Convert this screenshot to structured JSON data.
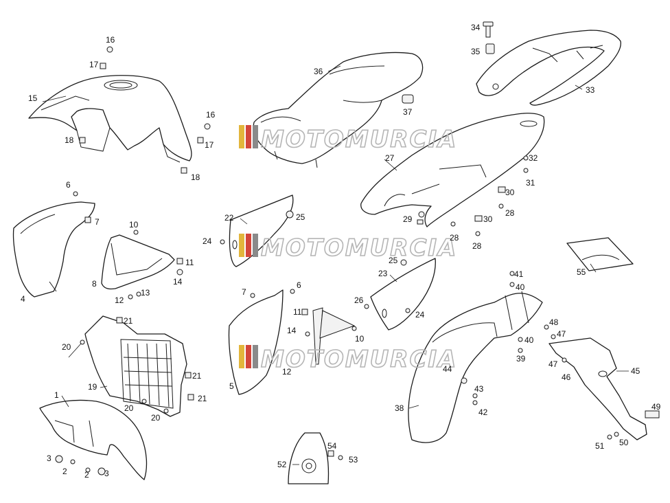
{
  "watermark": {
    "text": "MOTOMURCIA",
    "colors": [
      "#e2b63c",
      "#d4463a",
      "#8a8a8a"
    ]
  },
  "callouts": [
    {
      "id": "c1",
      "label": "1"
    },
    {
      "id": "c2a",
      "label": "2"
    },
    {
      "id": "c2b",
      "label": "2"
    },
    {
      "id": "c3a",
      "label": "3"
    },
    {
      "id": "c3b",
      "label": "3"
    },
    {
      "id": "c4",
      "label": "4"
    },
    {
      "id": "c5",
      "label": "5"
    },
    {
      "id": "c6a",
      "label": "6"
    },
    {
      "id": "c6b",
      "label": "6"
    },
    {
      "id": "c7a",
      "label": "7"
    },
    {
      "id": "c7b",
      "label": "7"
    },
    {
      "id": "c8",
      "label": "8"
    },
    {
      "id": "c10a",
      "label": "10"
    },
    {
      "id": "c10b",
      "label": "10"
    },
    {
      "id": "c11a",
      "label": "11"
    },
    {
      "id": "c11b",
      "label": "11"
    },
    {
      "id": "c12a",
      "label": "12"
    },
    {
      "id": "c12b",
      "label": "12"
    },
    {
      "id": "c13",
      "label": "13"
    },
    {
      "id": "c14a",
      "label": "14"
    },
    {
      "id": "c14b",
      "label": "14"
    },
    {
      "id": "c15",
      "label": "15"
    },
    {
      "id": "c16a",
      "label": "16"
    },
    {
      "id": "c16b",
      "label": "16"
    },
    {
      "id": "c17a",
      "label": "17"
    },
    {
      "id": "c17b",
      "label": "17"
    },
    {
      "id": "c18a",
      "label": "18"
    },
    {
      "id": "c18b",
      "label": "18"
    },
    {
      "id": "c19",
      "label": "19"
    },
    {
      "id": "c20a",
      "label": "20"
    },
    {
      "id": "c20b",
      "label": "20"
    },
    {
      "id": "c20c",
      "label": "20"
    },
    {
      "id": "c21a",
      "label": "21"
    },
    {
      "id": "c21b",
      "label": "21"
    },
    {
      "id": "c21c",
      "label": "21"
    },
    {
      "id": "c22",
      "label": "22"
    },
    {
      "id": "c23",
      "label": "23"
    },
    {
      "id": "c24a",
      "label": "24"
    },
    {
      "id": "c24b",
      "label": "24"
    },
    {
      "id": "c25a",
      "label": "25"
    },
    {
      "id": "c25b",
      "label": "25"
    },
    {
      "id": "c26",
      "label": "26"
    },
    {
      "id": "c27",
      "label": "27"
    },
    {
      "id": "c28a",
      "label": "28"
    },
    {
      "id": "c28b",
      "label": "28"
    },
    {
      "id": "c28c",
      "label": "28"
    },
    {
      "id": "c29",
      "label": "29"
    },
    {
      "id": "c30a",
      "label": "30"
    },
    {
      "id": "c30b",
      "label": "30"
    },
    {
      "id": "c31",
      "label": "31"
    },
    {
      "id": "c32",
      "label": "32"
    },
    {
      "id": "c33",
      "label": "33"
    },
    {
      "id": "c34",
      "label": "34"
    },
    {
      "id": "c35",
      "label": "35"
    },
    {
      "id": "c36",
      "label": "36"
    },
    {
      "id": "c37",
      "label": "37"
    },
    {
      "id": "c38",
      "label": "38"
    },
    {
      "id": "c39",
      "label": "39"
    },
    {
      "id": "c40a",
      "label": "40"
    },
    {
      "id": "c40b",
      "label": "40"
    },
    {
      "id": "c41",
      "label": "41"
    },
    {
      "id": "c42",
      "label": "42"
    },
    {
      "id": "c43",
      "label": "43"
    },
    {
      "id": "c44",
      "label": "44"
    },
    {
      "id": "c45",
      "label": "45"
    },
    {
      "id": "c46",
      "label": "46"
    },
    {
      "id": "c47a",
      "label": "47"
    },
    {
      "id": "c47b",
      "label": "47"
    },
    {
      "id": "c48",
      "label": "48"
    },
    {
      "id": "c49",
      "label": "49"
    },
    {
      "id": "c50",
      "label": "50"
    },
    {
      "id": "c51",
      "label": "51"
    },
    {
      "id": "c52",
      "label": "52"
    },
    {
      "id": "c53",
      "label": "53"
    },
    {
      "id": "c54",
      "label": "54"
    },
    {
      "id": "c55",
      "label": "55"
    }
  ]
}
